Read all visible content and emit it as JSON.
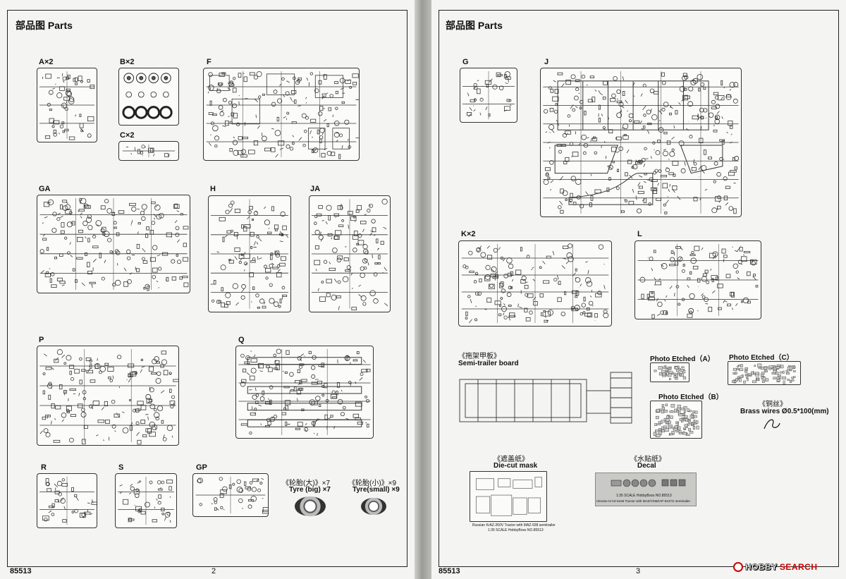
{
  "left_page": {
    "title": "部品图 Parts",
    "code": "85513",
    "page_number": "2",
    "sprues": {
      "A": "A×2",
      "B": "B×2",
      "C": "C×2",
      "F": "F",
      "GA": "GA",
      "H": "H",
      "JA": "JA",
      "P": "P",
      "Q": "Q",
      "R": "R",
      "S": "S",
      "GP": "GP"
    },
    "tyre_big": {
      "label_cn": "《轮胎(大)》×7",
      "label_en": "Tyre (big) ×7"
    },
    "tyre_small": {
      "label_cn": "《轮胎(小)》×9",
      "label_en": "Tyre(small) ×9"
    }
  },
  "right_page": {
    "title": "部品图 Parts",
    "code": "85513",
    "page_number": "3",
    "sprues": {
      "G": "G",
      "J": "J",
      "K": "K×2",
      "L": "L"
    },
    "semi_trailer": {
      "label_cn": "《拖架甲板》",
      "label_en": "Semi-trailer board"
    },
    "photo_etched_a": "Photo Etched（A）",
    "photo_etched_b": "Photo Etched（B）",
    "photo_etched_c": "Photo Etched（C）",
    "brass": {
      "label_cn": "《铜丝》",
      "label_en": "Brass wires Ø0.5*100(mm)"
    },
    "mask": {
      "label_cn": "《遮盖纸》",
      "label_en": "Die-cut mask",
      "line1": "Russian KrAZ-260V Tractor with MAZ-938 semitrailer",
      "line2": "1:35 SCALE  HobbyBoss NO.85513"
    },
    "decal": {
      "label_cn": "《水贴纸》",
      "label_en": "Decal",
      "line1": "1:35 SCALE  HobbyBoss NO.85513",
      "line2": "Ukraine KrAZ-6446 Tractor with MAZ/ChMZAP-5247G semitrailer"
    }
  },
  "watermark": {
    "brand_h": "HOBBY",
    "brand_s": "SEARCH"
  }
}
